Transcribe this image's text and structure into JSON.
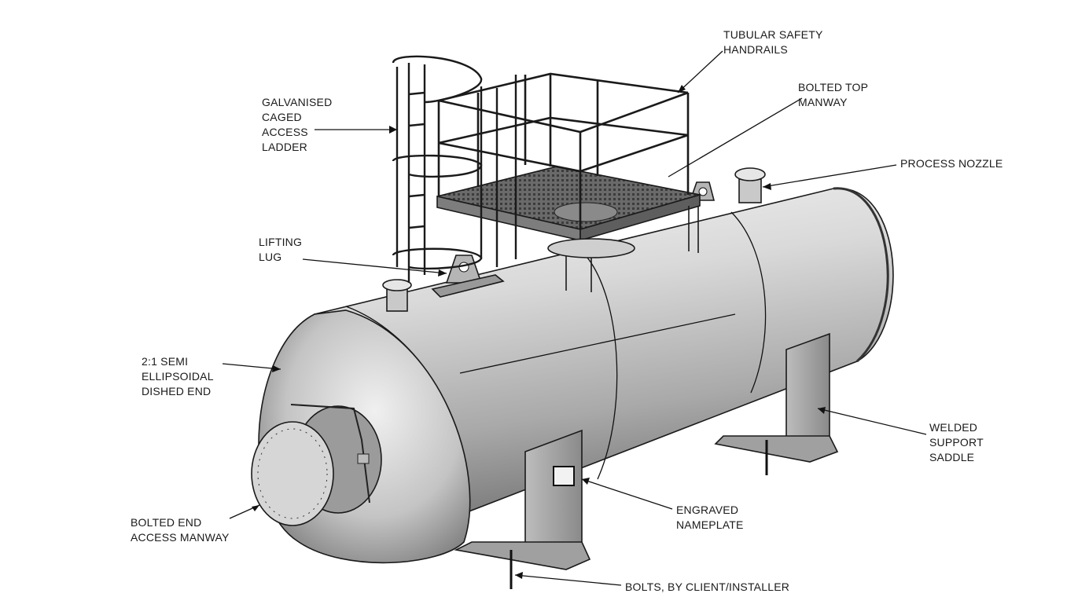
{
  "labels": {
    "handrails": [
      "TUBULAR SAFETY",
      "HANDRAILS"
    ],
    "ladder": [
      "GALVANISED",
      "CAGED",
      "ACCESS",
      "LADDER"
    ],
    "top_manway": [
      "BOLTED TOP",
      "MANWAY"
    ],
    "process_nozzle": [
      "PROCESS NOZZLE"
    ],
    "lifting_lug": [
      "LIFTING",
      "LUG"
    ],
    "dished_end": [
      "2:1 SEMI",
      "ELLIPSOIDAL",
      "DISHED END"
    ],
    "saddle": [
      "WELDED",
      "SUPPORT",
      "SADDLE"
    ],
    "nameplate": [
      "ENGRAVED",
      "NAMEPLATE"
    ],
    "end_manway": [
      "BOLTED END",
      "ACCESS MANWAY"
    ],
    "bolts": [
      "BOLTS, BY CLIENT/INSTALLER"
    ]
  }
}
